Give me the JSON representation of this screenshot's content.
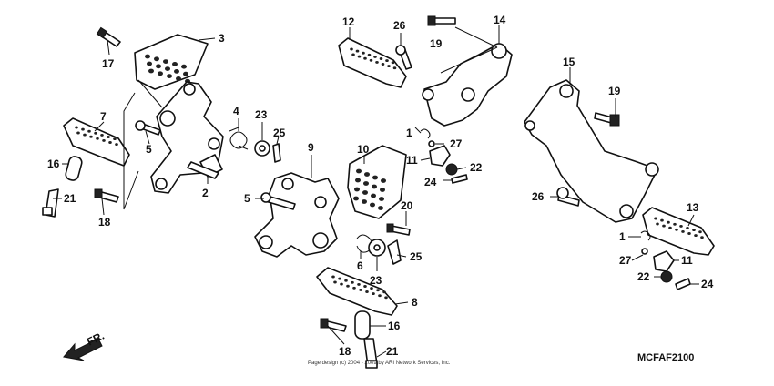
{
  "diagram": {
    "code": "MCFAF2100",
    "direction_label": "FR.",
    "copyright": "Page design (c) 2004 - 2009 by ARI Network Services, Inc.",
    "callouts": {
      "c3": "3",
      "c17": "17",
      "c7": "7",
      "c5a": "5",
      "c16a": "16",
      "c21a": "21",
      "c18a": "18",
      "c4": "4",
      "c23a": "23",
      "c25a": "25",
      "c2": "2",
      "c12": "12",
      "c26a": "26",
      "c19a": "19",
      "c14": "14",
      "c1a": "1",
      "c27a": "27",
      "c11a": "11",
      "c22a": "22",
      "c24a": "24",
      "c9": "9",
      "c10": "10",
      "c5b": "5",
      "c20": "20",
      "c6": "6",
      "c23b": "23",
      "c25b": "25",
      "c8": "8",
      "c16b": "16",
      "c18b": "18",
      "c21b": "21",
      "c15": "15",
      "c19b": "19",
      "c26b": "26",
      "c13": "13",
      "c1b": "1",
      "c27b": "27",
      "c11b": "11",
      "c22b": "22",
      "c24b": "24"
    }
  }
}
